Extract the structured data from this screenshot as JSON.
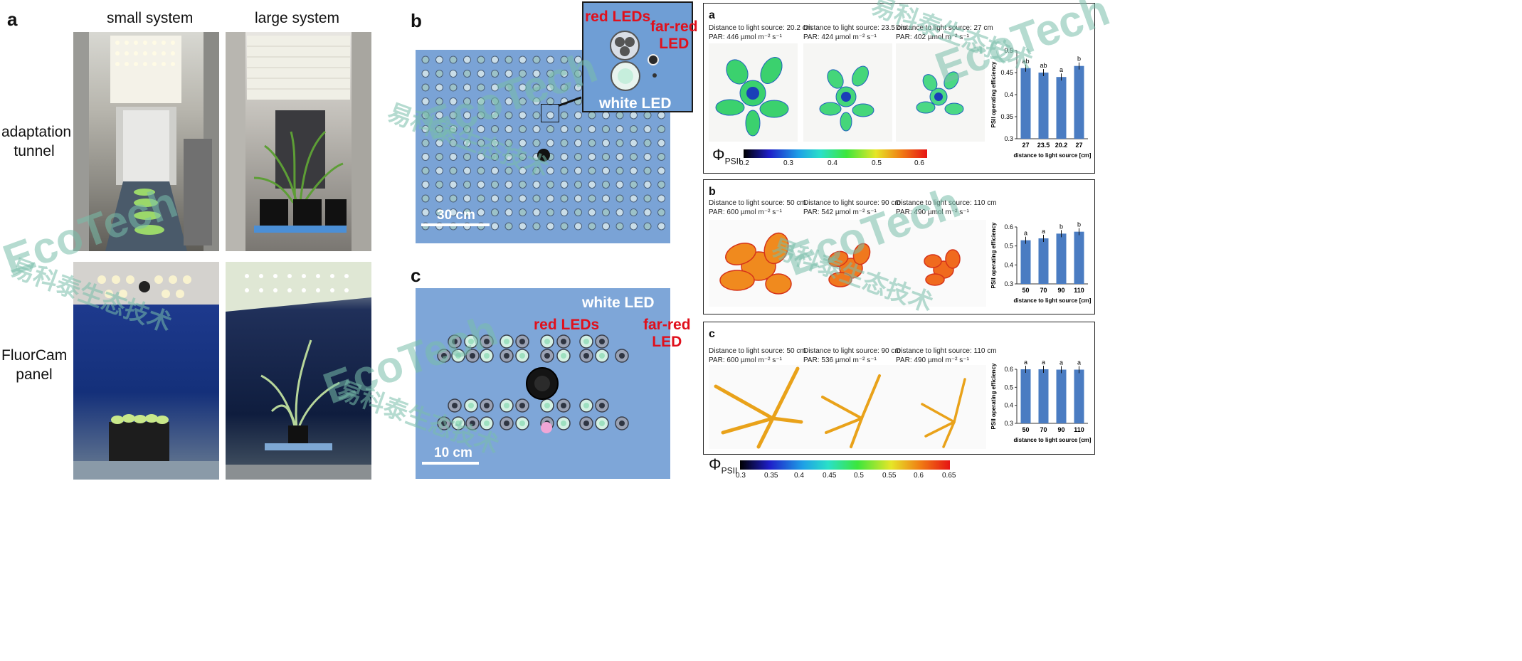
{
  "panel_a": {
    "letter": "a",
    "col_small": "small system",
    "col_large": "large system",
    "row_adapt": "adaptation\ntunnel",
    "row_fluor": "FluorCam\npanel"
  },
  "panel_b": {
    "letter": "b",
    "inset_red": "red LEDs",
    "inset_farred": "far-red\nLED",
    "inset_white": "white LED",
    "scale": "30 cm"
  },
  "panel_c": {
    "letter": "c",
    "white": "white LED",
    "red": "red LEDs",
    "farred": "far-red\nLED",
    "scale": "10 cm"
  },
  "right": {
    "a": {
      "letter": "a",
      "images": [
        {
          "dist": "Distance to light source: 20.2 cm",
          "par": "PAR: 446 µmol m⁻² s⁻¹"
        },
        {
          "dist": "Distance to light source: 23.5 cm",
          "par": "PAR: 424 µmol m⁻² s⁻¹"
        },
        {
          "dist": "Distance to light source: 27 cm",
          "par": "PAR: 402 µmol m⁻² s⁻¹"
        }
      ],
      "colorbar_label": "Φ",
      "colorbar_sub": "PSII",
      "colorbar_ticks": [
        "0.2",
        "0.3",
        "0.4",
        "0.5",
        "0.6"
      ]
    },
    "b": {
      "letter": "b",
      "images": [
        {
          "dist": "Distance to light source: 50 cm",
          "par": "PAR: 600 µmol m⁻² s⁻¹"
        },
        {
          "dist": "Distance to light source: 90 cm",
          "par": "PAR: 542 µmol m⁻² s⁻¹"
        },
        {
          "dist": "Distance to light source: 110 cm",
          "par": "PAR: 490 µmol m⁻² s⁻¹"
        }
      ]
    },
    "c": {
      "letter": "c",
      "images": [
        {
          "dist": "Distance to light source: 50 cm",
          "par": "PAR: 600 µmol m⁻² s⁻¹"
        },
        {
          "dist": "Distance to light source: 90 cm",
          "par": "PAR: 536 µmol m⁻² s⁻¹"
        },
        {
          "dist": "Distance to light source: 110 cm",
          "par": "PAR: 490 µmol m⁻² s⁻¹"
        }
      ],
      "colorbar_label": "Φ",
      "colorbar_sub": "PSII",
      "colorbar_ticks": [
        "0.3",
        "0.35",
        "0.4",
        "0.45",
        "0.5",
        "0.55",
        "0.6",
        "0.65"
      ]
    }
  },
  "chart_data": [
    {
      "type": "bar",
      "id": "a",
      "categories": [
        "27",
        "23.5",
        "20.2",
        "27"
      ],
      "values": [
        0.46,
        0.45,
        0.44,
        0.465
      ],
      "sig": [
        "ab",
        "ab",
        "a",
        "b"
      ],
      "xlabel": "distance to light source [cm]",
      "ylabel": "PSII operating efficiency",
      "ylim": [
        0.3,
        0.5
      ],
      "ticks": [
        "0.3",
        "0.35",
        "0.4",
        "0.45",
        "0.5"
      ],
      "color": "#4a7cc2"
    },
    {
      "type": "bar",
      "id": "b",
      "categories": [
        "50",
        "70",
        "90",
        "110"
      ],
      "values": [
        0.53,
        0.54,
        0.565,
        0.575
      ],
      "sig": [
        "a",
        "a",
        "b",
        "b"
      ],
      "xlabel": "distance to light source [cm]",
      "ylabel": "PSII operating efficiency",
      "ylim": [
        0.3,
        0.6
      ],
      "ticks": [
        "0.3",
        "0.4",
        "0.5",
        "0.6"
      ],
      "color": "#4a7cc2"
    },
    {
      "type": "bar",
      "id": "c",
      "categories": [
        "50",
        "70",
        "90",
        "110"
      ],
      "values": [
        0.6,
        0.6,
        0.598,
        0.598
      ],
      "sig": [
        "a",
        "a",
        "a",
        "a"
      ],
      "xlabel": "distance to light source [cm]",
      "ylabel": "PSII operating efficiency",
      "ylim": [
        0.3,
        0.6
      ],
      "ticks": [
        "0.3",
        "0.4",
        "0.5",
        "0.6"
      ],
      "color": "#4a7cc2"
    }
  ],
  "watermark": {
    "brand": "EcoTech",
    "chinese": "易科泰生态技术",
    "reg": "®"
  },
  "colors": {
    "led_label": "#e0101c",
    "panel_blue": "#7fa6d8",
    "bar": "#4a7cc2"
  }
}
